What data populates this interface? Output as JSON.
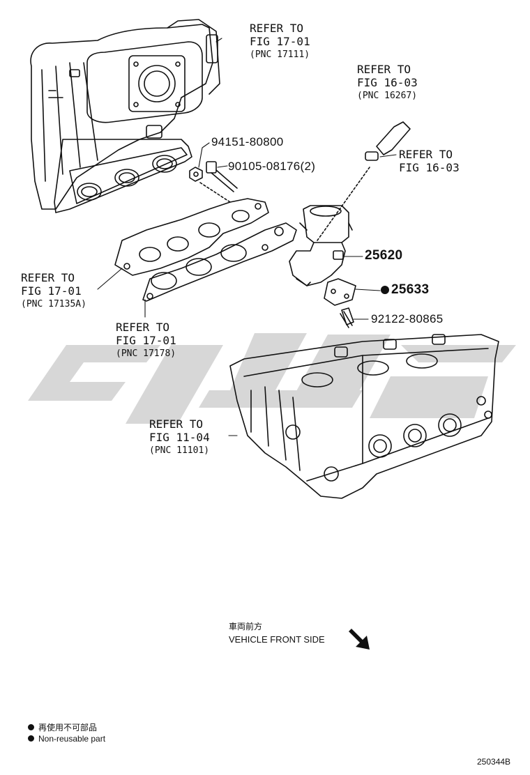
{
  "refer_labels": [
    {
      "line1": "REFER TO",
      "line2": "FIG 17-01",
      "pnc": "(PNC 17111)"
    },
    {
      "line1": "REFER TO",
      "line2": "FIG 16-03",
      "pnc": "(PNC 16267)"
    },
    {
      "line1": "REFER TO",
      "line2": "FIG 16-03",
      "pnc": ""
    },
    {
      "line1": "REFER TO",
      "line2": "FIG 17-01",
      "pnc": "(PNC 17135A)"
    },
    {
      "line1": "REFER TO",
      "line2": "FIG 17-01",
      "pnc": "(PNC 17178)"
    },
    {
      "line1": "REFER TO",
      "line2": "FIG 11-04",
      "pnc": "(PNC 11101)"
    }
  ],
  "part_numbers": {
    "nut": "94151-80800",
    "bolt": "90105-08176(2)",
    "egr_valve": "25620",
    "gasket": "25633",
    "stud": "92122-80865"
  },
  "direction": {
    "japanese": "車両前方",
    "english": "VEHICLE FRONT SIDE"
  },
  "legend": {
    "japanese": "再使用不可部品",
    "english": "Non-reusable part"
  },
  "figure_id": "250344B",
  "watermark_color": "#d4d4d4"
}
